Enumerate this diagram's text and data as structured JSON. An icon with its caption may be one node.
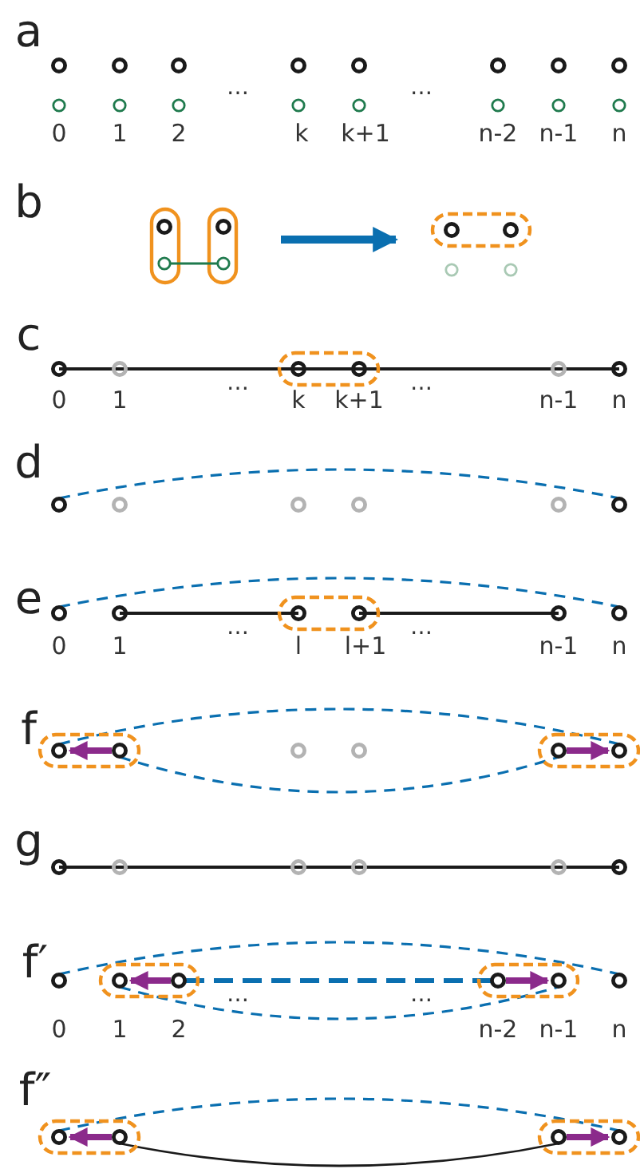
{
  "diagram": {
    "labels": [
      "a",
      "0",
      "1",
      "2",
      "…",
      "k",
      "k+1",
      "…",
      "n-2",
      "n-1",
      "n",
      "b",
      "c",
      "0",
      "1",
      "…",
      "k",
      "k+1",
      "…",
      "n-1",
      "n",
      "d",
      "e",
      "0",
      "1",
      "…",
      "l",
      "l+1",
      "…",
      "n-1",
      "n",
      "f",
      "g",
      "f′",
      "0",
      "1",
      "2",
      "…",
      "…",
      "n-2",
      "n-1",
      "n",
      "f″"
    ]
  }
}
